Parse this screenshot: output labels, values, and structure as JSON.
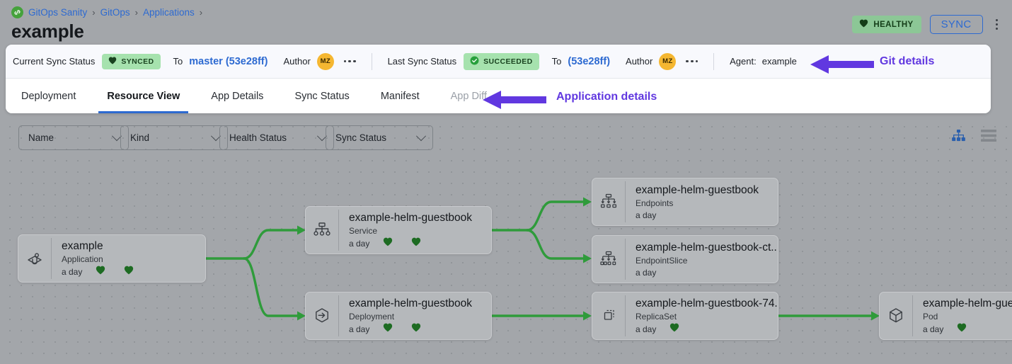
{
  "breadcrumb": {
    "logo_icon": "gitops-sanity-logo-icon",
    "items": [
      {
        "label": "GitOps Sanity"
      },
      {
        "label": "GitOps"
      },
      {
        "label": "Applications"
      }
    ],
    "separator": "›"
  },
  "page": {
    "title": "example"
  },
  "header": {
    "health_badge": {
      "label": "HEALTHY",
      "icon": "heart-icon",
      "bg": "#8cc796",
      "fg": "#143d18"
    },
    "sync_button": {
      "label": "SYNC",
      "color": "#2d6ad1"
    },
    "overflow_icon": "vertical-ellipsis-icon"
  },
  "sync_strip": {
    "current": {
      "label": "Current Sync Status",
      "status": "SYNCED",
      "status_icon": "heart-icon",
      "to_word": "To",
      "revision": "master (53e28ff)",
      "author_word": "Author",
      "avatar_initials": "MZ",
      "overflow_icon": "horizontal-ellipsis-icon"
    },
    "last": {
      "label": "Last Sync Status",
      "status": "SUCCEEDED",
      "status_icon": "check-circle-icon",
      "to_word": "To",
      "revision": "(53e28ff)",
      "author_word": "Author",
      "avatar_initials": "MZ",
      "overflow_icon": "horizontal-ellipsis-icon"
    },
    "agent": {
      "label": "Agent:",
      "value": "example"
    }
  },
  "annotations": [
    {
      "label": "Git details",
      "color": "#6138e0",
      "direction": "left"
    },
    {
      "label": "Application details",
      "color": "#6138e0",
      "direction": "left"
    }
  ],
  "tabs": [
    {
      "label": "Deployment",
      "active": false,
      "disabled": false
    },
    {
      "label": "Resource View",
      "active": true,
      "disabled": false
    },
    {
      "label": "App Details",
      "active": false,
      "disabled": false
    },
    {
      "label": "Sync Status",
      "active": false,
      "disabled": false
    },
    {
      "label": "Manifest",
      "active": false,
      "disabled": false
    },
    {
      "label": "App Diff",
      "active": false,
      "disabled": true
    }
  ],
  "filters": [
    {
      "label": "Name",
      "icon": "chevron-down-icon"
    },
    {
      "label": "Kind",
      "icon": "chevron-down-icon"
    },
    {
      "label": "Health Status",
      "icon": "chevron-down-icon"
    },
    {
      "label": "Sync Status",
      "icon": "chevron-down-icon"
    }
  ],
  "view_toggles": [
    {
      "name": "tree-view-icon",
      "active": true,
      "color": "#2a5fad"
    },
    {
      "name": "list-view-icon",
      "active": false,
      "color": "#83878c"
    }
  ],
  "graph": {
    "edge_color": "#2f9b3b",
    "nodes": [
      {
        "id": "application",
        "icon": "argo-application-icon",
        "title": "example",
        "kind": "Application",
        "age": "a day",
        "hearts": 2
      },
      {
        "id": "service",
        "icon": "service-icon",
        "title": "example-helm-guestbook",
        "kind": "Service",
        "age": "a day",
        "hearts": 2
      },
      {
        "id": "endpoints",
        "icon": "endpoints-icon",
        "title": "example-helm-guestbook",
        "kind": "Endpoints",
        "age": "a day",
        "hearts": 0
      },
      {
        "id": "endpointslice",
        "icon": "endpointslice-icon",
        "title": "example-helm-guestbook-ct...",
        "kind": "EndpointSlice",
        "age": "a day",
        "hearts": 0
      },
      {
        "id": "deployment",
        "icon": "deployment-icon",
        "title": "example-helm-guestbook",
        "kind": "Deployment",
        "age": "a day",
        "hearts": 2
      },
      {
        "id": "replicaset",
        "icon": "replicaset-icon",
        "title": "example-helm-guestbook-74...",
        "kind": "ReplicaSet",
        "age": "a day",
        "hearts": 1
      },
      {
        "id": "pod",
        "icon": "pod-icon",
        "title": "example-helm-guest",
        "kind": "Pod",
        "age": "a day",
        "hearts": 1
      }
    ]
  }
}
